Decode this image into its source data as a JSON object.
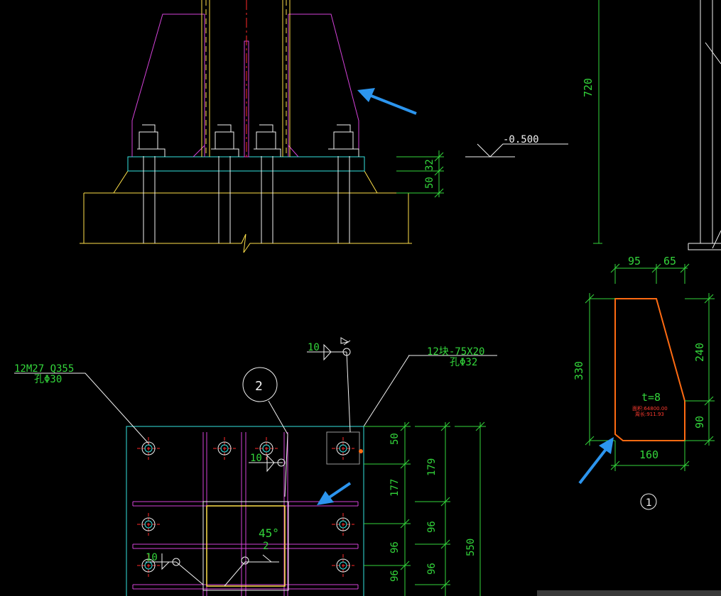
{
  "colors": {
    "background": "#000000",
    "column_yellow": "#ffe14a",
    "base_cyan": "#35e3e1",
    "stiffener_magenta": "#d442d9",
    "dimension_green": "#33d63b",
    "plate_outline_orange": "#ff6b12",
    "centerline_red": "#ff2a2a",
    "annotation_white": "#f2f2f2",
    "arrow_blue": "#2c95ee"
  },
  "elevation": {
    "level_label": "-0.500",
    "dim_top": "32",
    "dim_bottom": "50"
  },
  "stiffener_plate": {
    "width_top_left": "95",
    "width_top_right": "65",
    "height_total": "330",
    "height_upper": "240",
    "height_lower": "90",
    "width_bottom": "160",
    "thickness": "t=8",
    "area_note_1": "面积:64800.00",
    "area_note_2": "周长:911.93",
    "callout_number": "1"
  },
  "side_view": {
    "height": "720"
  },
  "plan": {
    "anchor_bolt_spec": "12M27 Q355",
    "anchor_hole_spec": "孔Φ30",
    "washer_spec": "12块-75X20",
    "washer_hole_spec": "孔Φ32",
    "detail_callout": "2",
    "weld_size_a": "10",
    "weld_size_b": "10",
    "weld_size_c": "10",
    "weld_angle": "45°",
    "weld_size_d": "2",
    "dims_col1": [
      "50",
      "177",
      "96",
      "96"
    ],
    "dims_col2": [
      "179",
      "96",
      "96"
    ],
    "dim_total": "550"
  }
}
